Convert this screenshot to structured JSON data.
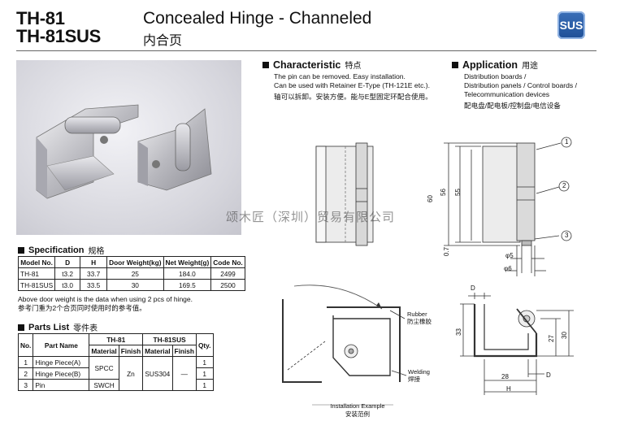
{
  "header": {
    "model_line1": "TH-81",
    "model_line2": "TH-81SUS",
    "title_en": "Concealed Hinge - Channeled",
    "title_cn": "内合页",
    "badge": "SUS"
  },
  "characteristic": {
    "title": "Characteristic",
    "title_cn": "特点",
    "line1": "The pin can be removed. Easy installation.",
    "line2": "Can be used with Retainer E-Type (TH-121E etc.).",
    "line3": "轴可以拆卸。安装方便。能与E型固定环配合使用。"
  },
  "application": {
    "title": "Application",
    "title_cn": "用途",
    "line1": "Distribution boards /",
    "line2": "Distribution panels / Control boards /",
    "line3": "Telecommunication devices",
    "line4": "配电盘/配电板/控制盘/电信设备"
  },
  "watermark": "颂木匠（深圳）贸易有限公司",
  "specification": {
    "title": "Specification",
    "title_cn": "规格",
    "headers": [
      "Model No.",
      "D",
      "H",
      "Door Weight(kg)",
      "Net Weight(g)",
      "Code No."
    ],
    "rows": [
      [
        "TH-81",
        "t3.2",
        "33.7",
        "25",
        "184.0",
        "2499"
      ],
      [
        "TH-81SUS",
        "t3.0",
        "33.5",
        "30",
        "169.5",
        "2500"
      ]
    ],
    "note_en": "Above door weight is the data when using 2 pcs of hinge.",
    "note_cn": "参考门重为2个合页同时使用时的参考值。"
  },
  "parts": {
    "title": "Parts List",
    "title_cn": "零件表",
    "h_no": "No.",
    "h_name": "Part Name",
    "h_th81": "TH-81",
    "h_th81sus": "TH-81SUS",
    "h_qty": "Qty.",
    "h_material": "Material",
    "h_finish": "Finish",
    "rows": [
      {
        "no": "1",
        "name": "Hinge Piece(A)",
        "qty": "1"
      },
      {
        "no": "2",
        "name": "Hinge Piece(B)",
        "qty": "1"
      },
      {
        "no": "3",
        "name": "Pin",
        "qty": "1"
      }
    ],
    "mat_ab": "SPCC",
    "mat_pin": "SWCH",
    "finish_th81": "Zn",
    "mat_sus": "SUS304",
    "finish_sus": "—"
  },
  "drawing": {
    "dim_60": "60",
    "dim_56": "56",
    "dim_55": "55",
    "dim_07": "0.7",
    "dim_phi5": "φ5",
    "dim_phi6": "φ6",
    "callout_1": "1",
    "callout_2": "2",
    "callout_3": "3",
    "dim_D_top": "D",
    "dim_33": "33",
    "dim_27": "27",
    "dim_30": "30",
    "dim_28": "28",
    "dim_D_right": "D",
    "dim_H": "H",
    "rubber_en": "Rubber",
    "rubber_cn": "防尘橡胶",
    "welding_en": "Welding",
    "welding_cn": "焊接",
    "install_en": "Installation Example",
    "install_cn": "安装范例"
  }
}
